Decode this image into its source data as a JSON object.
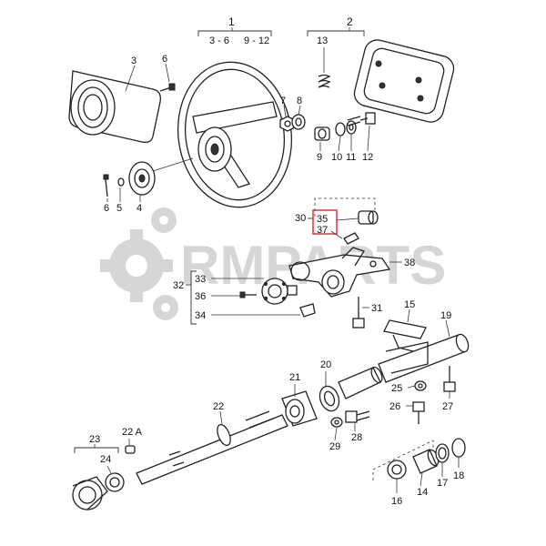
{
  "watermark": {
    "text": "RMPARTS"
  },
  "labels": {
    "l1": "1",
    "l1_range_a": "3 - 6",
    "l1_range_b": "9 - 12",
    "l2": "2",
    "l3": "3",
    "l4": "4",
    "l5": "5",
    "l6a": "6",
    "l6b": "6",
    "l7": "7",
    "l8": "8",
    "l9": "9",
    "l10": "10",
    "l11": "11",
    "l12": "12",
    "l13": "13",
    "l14": "14",
    "l15": "15",
    "l16": "16",
    "l17": "17",
    "l18": "18",
    "l19": "19",
    "l20": "20",
    "l21": "21",
    "l22": "22",
    "l22a": "22 A",
    "l23": "23",
    "l24": "24",
    "l25": "25",
    "l26": "26",
    "l27": "27",
    "l28": "28",
    "l29": "29",
    "l30": "30",
    "l31": "31",
    "l32": "32",
    "l33": "33",
    "l34": "34",
    "l35": "35",
    "l36": "36",
    "l37": "37",
    "l38": "38"
  },
  "colors": {
    "highlight_box": "#d9262a",
    "watermark": "#cfcfcf",
    "line": "#222222"
  }
}
